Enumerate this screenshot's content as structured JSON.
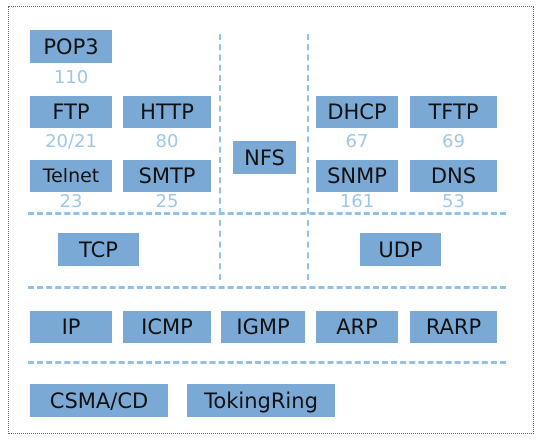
{
  "application_layer": {
    "pop3": {
      "label": "POP3",
      "port": "110"
    },
    "ftp": {
      "label": "FTP",
      "port": "20/21"
    },
    "http": {
      "label": "HTTP",
      "port": "80"
    },
    "telnet": {
      "label": "Telnet",
      "port": "23"
    },
    "smtp": {
      "label": "SMTP",
      "port": "25"
    },
    "nfs": {
      "label": "NFS"
    },
    "dhcp": {
      "label": "DHCP",
      "port": "67"
    },
    "tftp": {
      "label": "TFTP",
      "port": "69"
    },
    "snmp": {
      "label": "SNMP",
      "port": "161"
    },
    "dns": {
      "label": "DNS",
      "port": "53"
    }
  },
  "transport_layer": {
    "tcp": {
      "label": "TCP"
    },
    "udp": {
      "label": "UDP"
    }
  },
  "network_layer": [
    {
      "label": "IP"
    },
    {
      "label": "ICMP"
    },
    {
      "label": "IGMP"
    },
    {
      "label": "ARP"
    },
    {
      "label": "RARP"
    }
  ],
  "link_layer": [
    {
      "label": "CSMA/CD"
    },
    {
      "label": "TokingRing"
    }
  ],
  "colors": {
    "box": "#7aa9d6",
    "port_text": "#9fc7e8",
    "dashes": "#8fc2e8"
  }
}
